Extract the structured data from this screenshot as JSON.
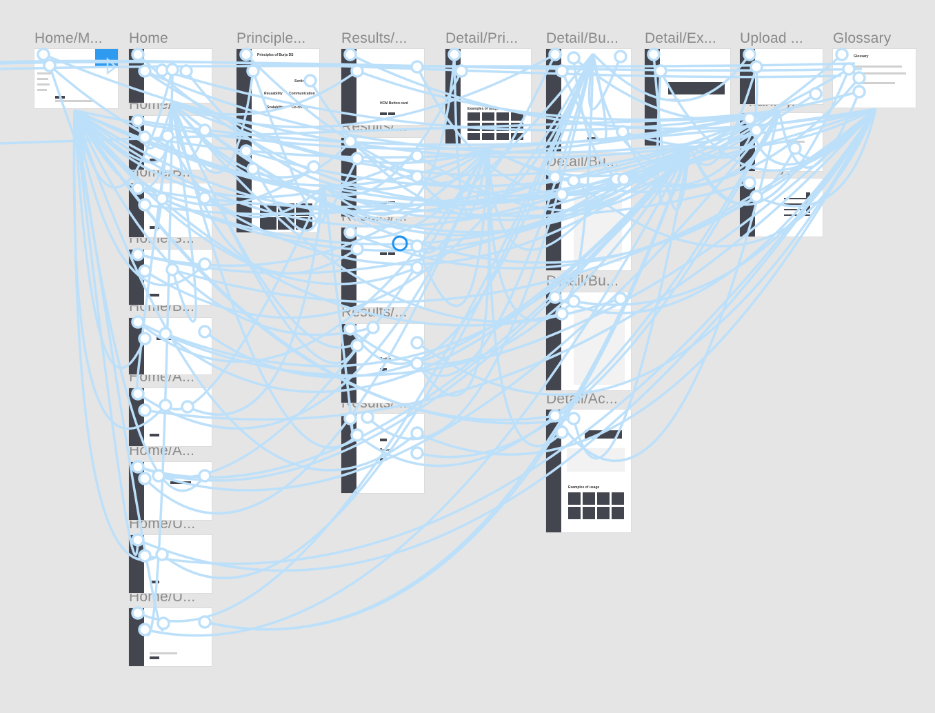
{
  "canvas": {
    "background": "#e5e5e5",
    "link_color": "#bde0fa",
    "selection_color": "#1e90f0"
  },
  "frames": [
    {
      "id": "home-m",
      "label": "Home/M..."
    },
    {
      "id": "home",
      "label": "Home"
    },
    {
      "id": "home-pr",
      "label": "Home/Pr..."
    },
    {
      "id": "home-b1",
      "label": "Home/B..."
    },
    {
      "id": "home-s",
      "label": "Home/S..."
    },
    {
      "id": "home-b2",
      "label": "Home/B..."
    },
    {
      "id": "home-a1",
      "label": "Home/A..."
    },
    {
      "id": "home-a2",
      "label": "Home/A..."
    },
    {
      "id": "home-u1",
      "label": "Home/U..."
    },
    {
      "id": "home-u2",
      "label": "Home/U..."
    },
    {
      "id": "principles",
      "label": "Principle..."
    },
    {
      "id": "results-1",
      "label": "Results/..."
    },
    {
      "id": "results-2",
      "label": "Results/..."
    },
    {
      "id": "results-3",
      "label": "Results/..."
    },
    {
      "id": "results-4",
      "label": "Results/..."
    },
    {
      "id": "results-5",
      "label": "Results/..."
    },
    {
      "id": "detail-pri",
      "label": "Detail/Pri..."
    },
    {
      "id": "detail-bu1",
      "label": "Detail/Bu..."
    },
    {
      "id": "detail-bu2",
      "label": "Detail/Bu..."
    },
    {
      "id": "detail-bu3",
      "label": "Detail/Bu..."
    },
    {
      "id": "detail-ac",
      "label": "Detail/Ac..."
    },
    {
      "id": "detail-ex",
      "label": "Detail/Ex..."
    },
    {
      "id": "upload",
      "label": "Upload ..."
    },
    {
      "id": "thanks",
      "label": "Thank y..."
    },
    {
      "id": "prototype",
      "label": "Prototyp..."
    },
    {
      "id": "glossary",
      "label": "Glossary"
    }
  ],
  "thumb_text": {
    "principles_title": "Principles of Burja DS",
    "principles_cards": [
      "Sorting",
      "Reusability",
      "Communication",
      "Scalability",
      "Co-creation"
    ],
    "results_card_1": "HCM Button card",
    "results_card_2": "Button",
    "detail_examples": "Examples of usage",
    "glossary_title": "Glossary"
  }
}
